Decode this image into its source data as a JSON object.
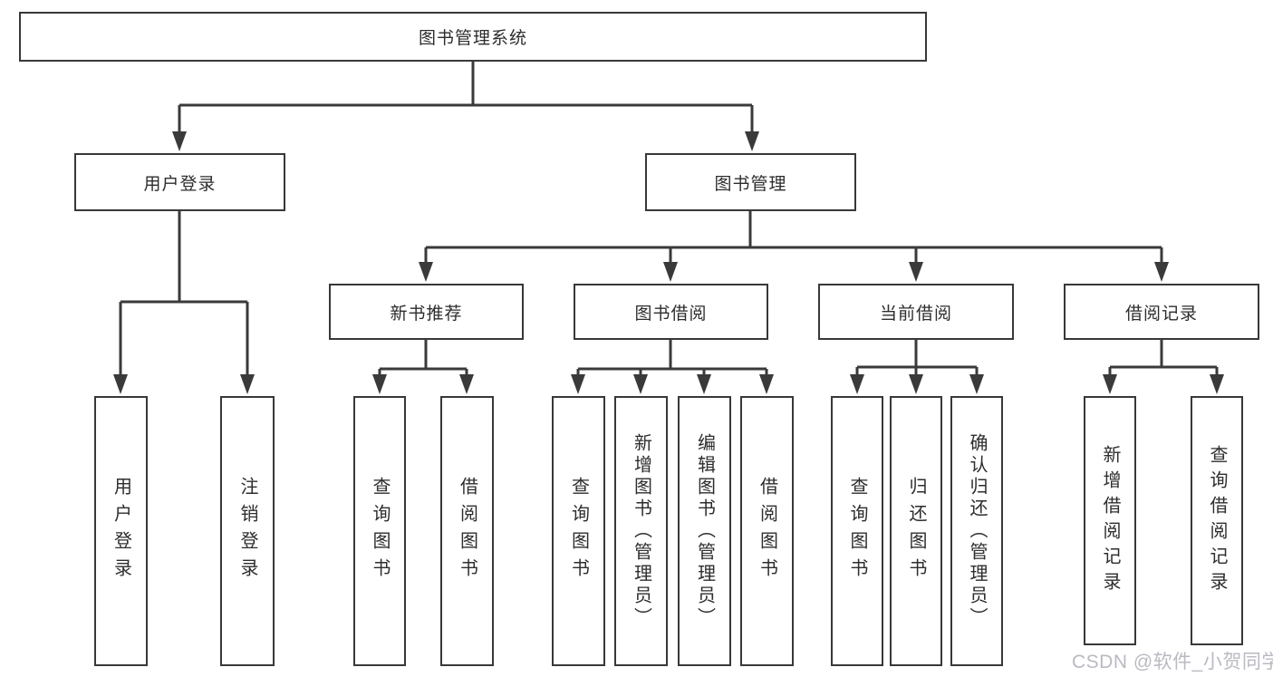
{
  "diagram": {
    "root": {
      "label": "图书管理系统"
    },
    "level2": [
      {
        "id": "user-login",
        "label": "用户登录"
      },
      {
        "id": "book-management",
        "label": "图书管理"
      }
    ],
    "level3": [
      {
        "id": "new-book-recommend",
        "label": "新书推荐",
        "parent": "图书管理"
      },
      {
        "id": "book-borrow",
        "label": "图书借阅",
        "parent": "图书管理"
      },
      {
        "id": "current-borrow",
        "label": "当前借阅",
        "parent": "图书管理"
      },
      {
        "id": "borrow-records",
        "label": "借阅记录",
        "parent": "图书管理"
      }
    ],
    "leaves": [
      {
        "id": "leaf-user-login",
        "label": "用户登录",
        "parent": "用户登录"
      },
      {
        "id": "leaf-logout",
        "label": "注销登录",
        "parent": "用户登录"
      },
      {
        "id": "leaf-query-book-1",
        "label": "查询图书",
        "parent": "新书推荐"
      },
      {
        "id": "leaf-borrow-book-1",
        "label": "借阅图书",
        "parent": "新书推荐"
      },
      {
        "id": "leaf-query-book-2",
        "label": "查询图书",
        "parent": "图书借阅"
      },
      {
        "id": "leaf-add-book",
        "label": "新增图书（管理员）",
        "parent": "图书借阅"
      },
      {
        "id": "leaf-edit-book",
        "label": "编辑图书（管理员）",
        "parent": "图书借阅"
      },
      {
        "id": "leaf-borrow-book-2",
        "label": "借阅图书",
        "parent": "图书借阅"
      },
      {
        "id": "leaf-query-book-3",
        "label": "查询图书",
        "parent": "当前借阅"
      },
      {
        "id": "leaf-return-book",
        "label": "归还图书",
        "parent": "当前借阅"
      },
      {
        "id": "leaf-confirm-return",
        "label": "确认归还（管理员）",
        "parent": "当前借阅"
      },
      {
        "id": "leaf-add-record",
        "label": "新增借阅记录",
        "parent": "借阅记录"
      },
      {
        "id": "leaf-query-record",
        "label": "查询借阅记录",
        "parent": "借阅记录"
      }
    ]
  },
  "watermark": {
    "text": "CSDN @软件_小贺同学"
  },
  "colors": {
    "line": "#3a3a3a",
    "border": "#383838",
    "text": "#2d2d2d",
    "watermark": "#b9bac2",
    "background": "#ffffff"
  }
}
